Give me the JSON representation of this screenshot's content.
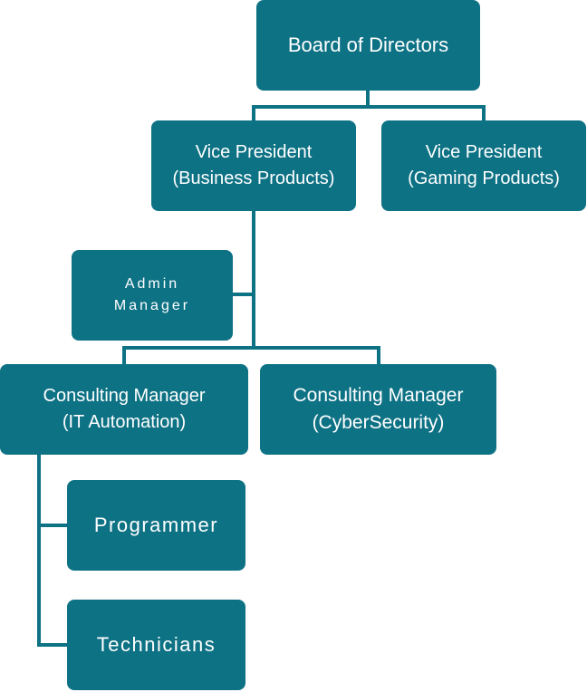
{
  "org_chart": {
    "board": {
      "lines": [
        "Board of Directors"
      ]
    },
    "vp_business": {
      "lines": [
        "Vice President",
        "(Business Products)"
      ]
    },
    "vp_gaming": {
      "lines": [
        "Vice President",
        "(Gaming Products)"
      ]
    },
    "admin_manager": {
      "lines": [
        "Admin",
        "Manager"
      ]
    },
    "consulting_it": {
      "lines": [
        "Consulting Manager",
        "(IT Automation)"
      ]
    },
    "consulting_cyber": {
      "lines": [
        "Consulting Manager",
        "(CyberSecurity)"
      ]
    },
    "programmer": {
      "lines": [
        "Programmer"
      ]
    },
    "technicians": {
      "lines": [
        "Technicians"
      ]
    }
  },
  "colors": {
    "node_fill": "#0e7285",
    "connector": "#0e7285",
    "node_text": "#ffffff"
  }
}
